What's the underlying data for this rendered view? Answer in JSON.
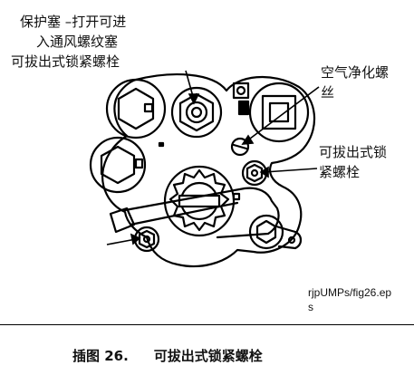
{
  "labels": {
    "plug_line1": "保护塞 –打开可进",
    "plug_line2": "入通风螺纹塞",
    "plug_line3": "可拔出式锁紧螺栓",
    "vent_line1": "空气净化螺",
    "vent_line2": "丝",
    "lock_line1": "可拔出式锁",
    "lock_line2": "紧螺栓"
  },
  "file_ref": {
    "line1": "rjpUMPs/fig26.ep",
    "line2": "s"
  },
  "caption": {
    "number": "插图 26.",
    "text": "可拔出式锁紧螺栓"
  },
  "icons": [
    "hex-bolt-icon",
    "square-plug-icon",
    "gear-dial-icon",
    "lever-icon"
  ]
}
